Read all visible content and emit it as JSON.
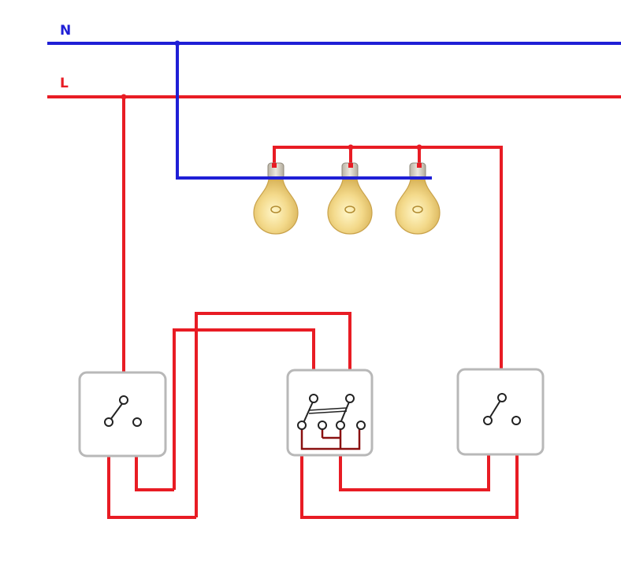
{
  "labels": {
    "neutral": "N",
    "live": "L"
  },
  "colors": {
    "neutral": "#1f1fd6",
    "live": "#e81c24",
    "bridge": "#8a1010",
    "switch_border": "#b8b8b8",
    "bulb_glass": "#f5dc8a",
    "bulb_base": "#d9d4c8"
  },
  "components": {
    "bulb_count": 3,
    "two_way_switches": 2,
    "cross_switches": 1
  }
}
